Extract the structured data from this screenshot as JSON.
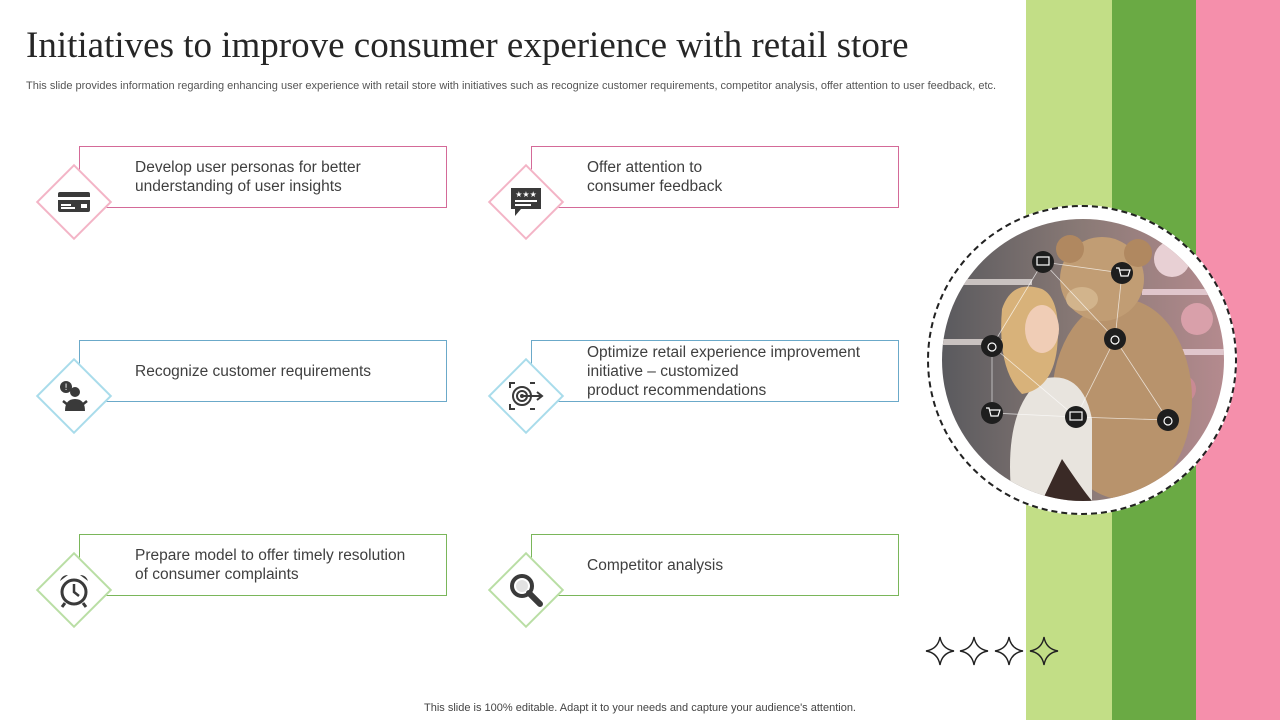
{
  "slide": {
    "title": "Initiatives to improve consumer experience with retail store",
    "subtitle": "This slide provides information regarding enhancing user experience with retail store with initiatives such as recognize customer requirements, competitor analysis, offer attention to user feedback, etc.",
    "footer": "This slide is 100% editable. Adapt it to your needs and capture your audience's attention."
  },
  "cards": [
    {
      "text": "Develop user personas for better\nunderstanding of user insights",
      "icon": "credit-card-icon",
      "accent": "#d46a98"
    },
    {
      "text": "Offer attention to\nconsumer feedback",
      "icon": "rating-feedback-icon",
      "accent": "#d46a98"
    },
    {
      "text": "Recognize customer requirements",
      "icon": "customer-question-icon",
      "accent": "#6ba9c9"
    },
    {
      "text": "Optimize retail experience improvement\ninitiative – customized\nproduct recommendations",
      "icon": "target-arrow-icon",
      "accent": "#6ba9c9"
    },
    {
      "text": "Prepare model to offer timely resolution\nof consumer complaints",
      "icon": "alarm-clock-icon",
      "accent": "#7ab65a"
    },
    {
      "text": "Competitor analysis",
      "icon": "magnifier-icon",
      "accent": "#7ab65a"
    }
  ],
  "colors": {
    "stripe_light_green": "#c2de86",
    "stripe_green": "#6aaa44",
    "stripe_pink": "#f58fab"
  },
  "image": {
    "network_icons": [
      "laptop-icon",
      "cart-icon",
      "money-bag-icon",
      "money-bag-icon",
      "cart-icon",
      "laptop-icon",
      "money-bag-icon"
    ]
  }
}
